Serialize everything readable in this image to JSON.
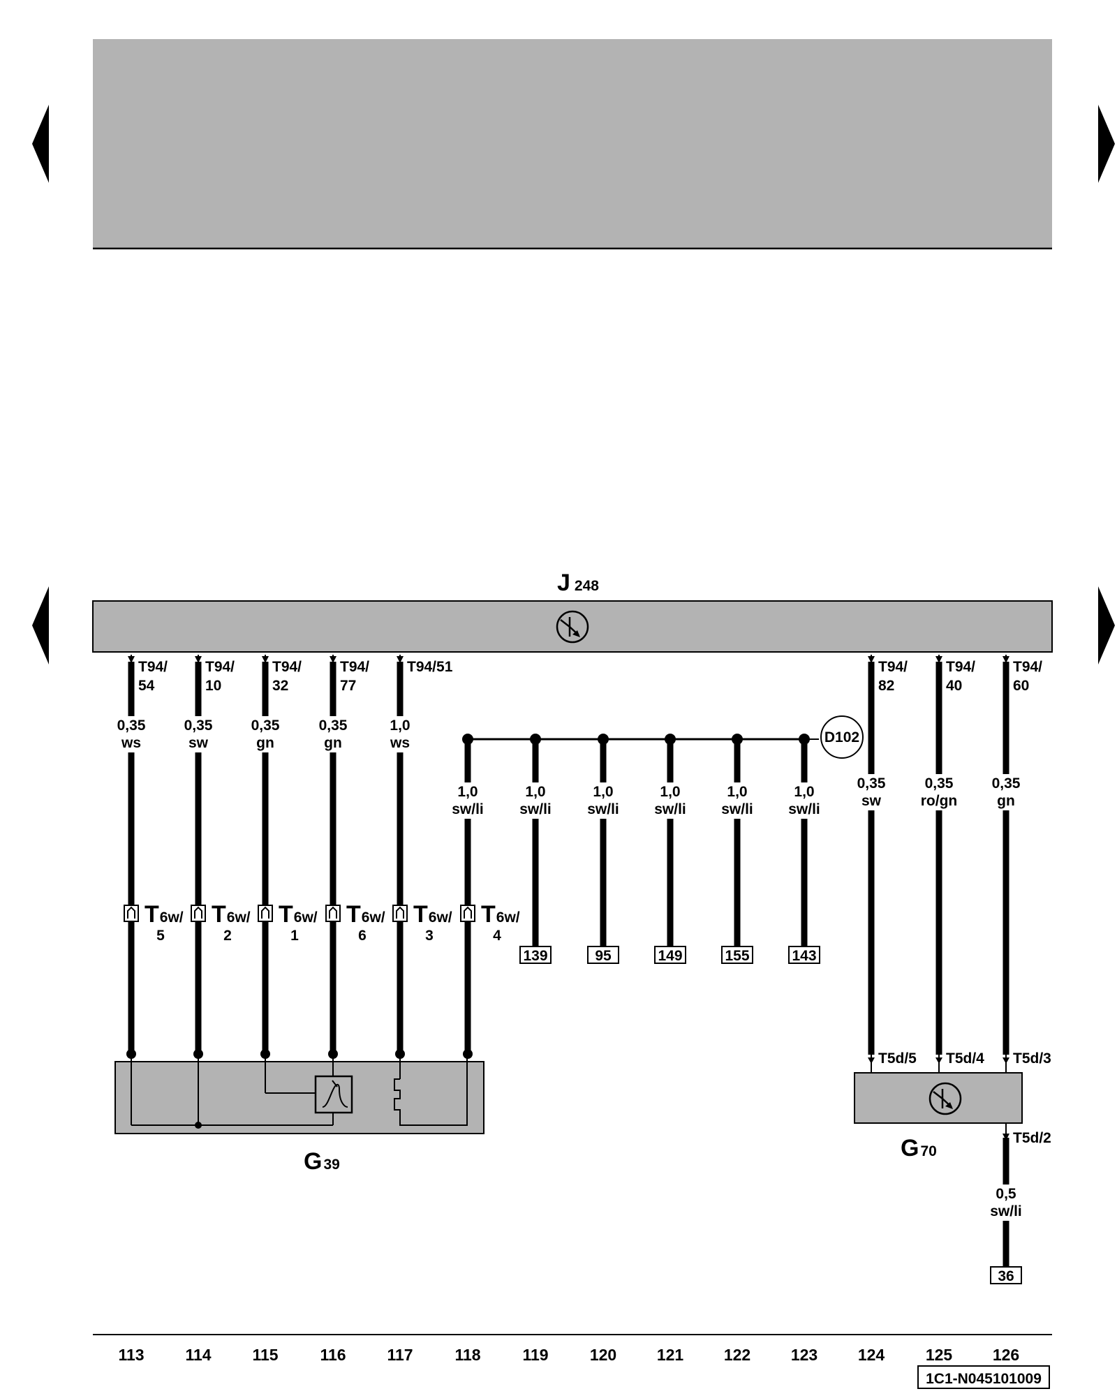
{
  "components": {
    "top": {
      "letter": "J",
      "sub": "248"
    },
    "sensor_left": {
      "letter": "G",
      "sub": "39"
    },
    "sensor_right": {
      "letter": "G",
      "sub": "70"
    }
  },
  "connector_diode": "D102",
  "pins_top": [
    {
      "l1": "T94/",
      "l2": "54"
    },
    {
      "l1": "T94/",
      "l2": "10"
    },
    {
      "l1": "T94/",
      "l2": "32"
    },
    {
      "l1": "T94/",
      "l2": "77"
    },
    {
      "l1": "T94/51",
      "l2": ""
    },
    {
      "l1": "T94/",
      "l2": "82"
    },
    {
      "l1": "T94/",
      "l2": "40"
    },
    {
      "l1": "T94/",
      "l2": "60"
    }
  ],
  "wires_top": [
    {
      "size": "0,35",
      "color": "ws"
    },
    {
      "size": "0,35",
      "color": "sw"
    },
    {
      "size": "0,35",
      "color": "gn"
    },
    {
      "size": "0,35",
      "color": "gn"
    },
    {
      "size": "1,0",
      "color": "ws"
    }
  ],
  "wires_bus": [
    {
      "size": "1,0",
      "color": "sw/li"
    },
    {
      "size": "1,0",
      "color": "sw/li"
    },
    {
      "size": "1,0",
      "color": "sw/li"
    },
    {
      "size": "1,0",
      "color": "sw/li"
    },
    {
      "size": "1,0",
      "color": "sw/li"
    },
    {
      "size": "1,0",
      "color": "sw/li"
    }
  ],
  "wires_right": [
    {
      "size": "0,35",
      "color": "sw"
    },
    {
      "size": "0,35",
      "color": "ro/gn"
    },
    {
      "size": "0,35",
      "color": "gn"
    }
  ],
  "t6w": [
    {
      "main": "T",
      "sub": "6w/",
      "pin": "5"
    },
    {
      "main": "T",
      "sub": "6w/",
      "pin": "2"
    },
    {
      "main": "T",
      "sub": "6w/",
      "pin": "1"
    },
    {
      "main": "T",
      "sub": "6w/",
      "pin": "6"
    },
    {
      "main": "T",
      "sub": "6w/",
      "pin": "3"
    },
    {
      "main": "T",
      "sub": "6w/",
      "pin": "4"
    }
  ],
  "refs": [
    "139",
    "95",
    "149",
    "155",
    "143"
  ],
  "t5d": [
    "T5d/5",
    "T5d/4",
    "T5d/3",
    "T5d/2"
  ],
  "wire_bottom": {
    "size": "0,5",
    "color": "sw/li",
    "ref": "36"
  },
  "columns": [
    "113",
    "114",
    "115",
    "116",
    "117",
    "118",
    "119",
    "120",
    "121",
    "122",
    "123",
    "124",
    "125",
    "126"
  ],
  "diagram_id": "1C1-N045101009"
}
